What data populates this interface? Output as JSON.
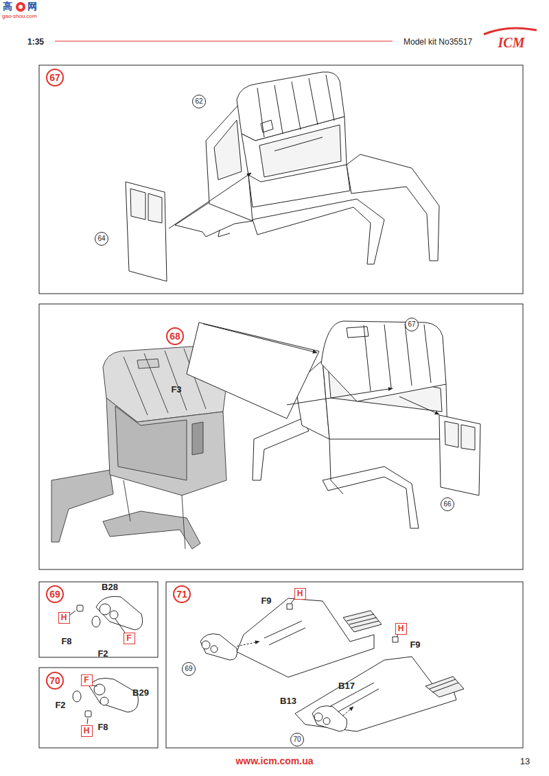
{
  "diagram": {
    "nodes": [
      {
        "text": [
          "67"
        ]
      },
      {
        "text": [
          "62"
        ]
      },
      {
        "text": [
          "64"
        ]
      },
      {
        "text": [
          "68"
        ]
      },
      {
        "text": [
          "67"
        ]
      },
      {
        "text": [
          "66"
        ]
      },
      {
        "text": [
          "69"
        ]
      },
      {
        "text": [
          "H"
        ]
      },
      {
        "text": [
          "F"
        ]
      },
      {
        "text": [
          "70"
        ]
      },
      {
        "text": [
          "F"
        ]
      },
      {
        "text": [
          "H"
        ]
      },
      {
        "text": [
          "71"
        ]
      },
      {
        "text": [
          "H"
        ]
      },
      {
        "text": [
          "H"
        ]
      },
      {
        "text": [
          "69"
        ]
      },
      {
        "text": [
          "70"
        ]
      }
    ],
    "labels": [
      "高",
      "网",
      "gao-shou.com",
      "1:35",
      "Model kit No35517",
      "ICM",
      "F3",
      "B28",
      "F8",
      "F2",
      "B29",
      "F2",
      "F8",
      "F9",
      "F9",
      "B17",
      "B13",
      "www.icm.com.ua",
      "13"
    ]
  }
}
